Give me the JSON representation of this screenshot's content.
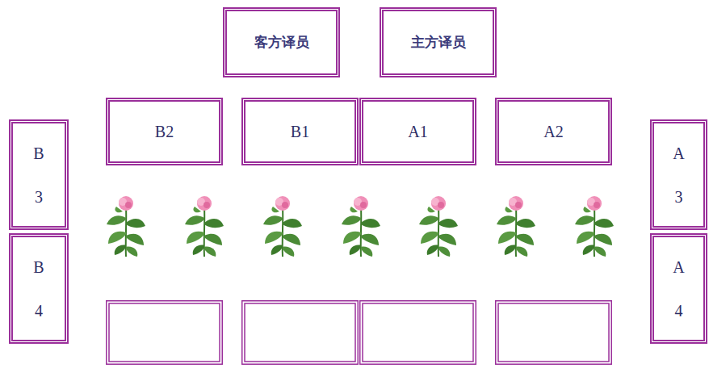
{
  "diagram": {
    "nodes": [
      {
        "text": [
          "客方译员"
        ]
      },
      {
        "text": [
          "主方译员"
        ]
      },
      {
        "text": [
          "B2"
        ]
      },
      {
        "text": [
          "B1"
        ]
      },
      {
        "text": [
          "A1"
        ]
      },
      {
        "text": [
          "A2"
        ]
      },
      {
        "text": [
          "B 3"
        ]
      },
      {
        "text": [
          "A 3"
        ]
      },
      {
        "text": [
          "B 4"
        ]
      },
      {
        "text": [
          "A 4"
        ]
      }
    ]
  }
}
